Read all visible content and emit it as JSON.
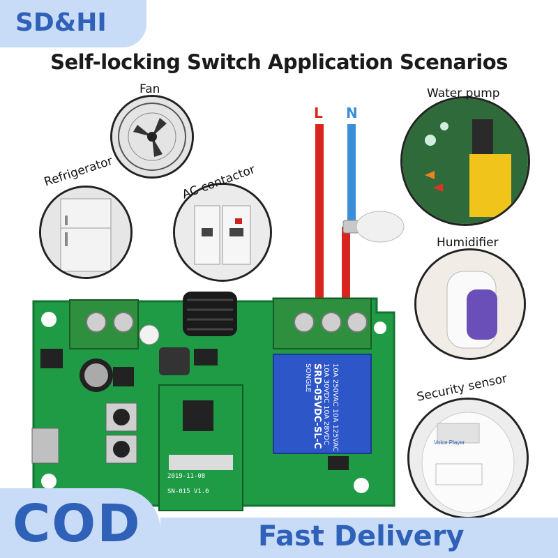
{
  "brand": {
    "name": "SD&HI"
  },
  "title": "Self-locking Switch Application Scenarios",
  "scenarios": {
    "fan": "Fan",
    "water_pump": "Water pump",
    "refrigerator": "Refrigerator",
    "ac_contactor": "AC contactor",
    "humidifier": "Humidifier",
    "security_sensor": "Security sensor"
  },
  "wires": {
    "live": "L",
    "neutral": "N"
  },
  "relay": {
    "line1": "10A 250VAC 10A 125VAC",
    "line2": "10A 30VDC 10A 28VDC",
    "model": "SRD-05VDC-SL-C",
    "brand": "SONGLE"
  },
  "module": {
    "code": "SN-015 V1.0",
    "date": "2019-11-08"
  },
  "sensor_panel": "Voice Player",
  "footer": {
    "cod": "COD",
    "delivery": "Fast Delivery"
  },
  "colors": {
    "accent": "#2f61b8",
    "banner": "#c9dcf7",
    "pcb": "#1f9a45",
    "live_wire": "#d8261e",
    "neutral_wire": "#3a8fd8"
  }
}
